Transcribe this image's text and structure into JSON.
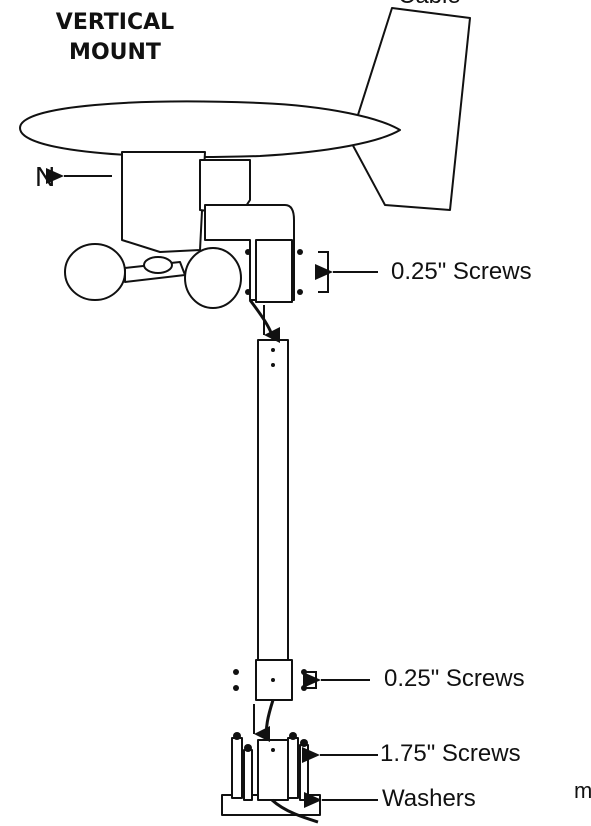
{
  "diagram": {
    "title_line1": "VERTICAL",
    "title_line2": "MOUNT",
    "top_partial_label": "Cable",
    "north_label": "N",
    "callouts": {
      "upper_screws": "0.25\" Screws",
      "lower_screws": "0.25\" Screws",
      "long_screws": "1.75\" Screws",
      "washers": "Washers"
    },
    "partial_left_text": "m"
  }
}
